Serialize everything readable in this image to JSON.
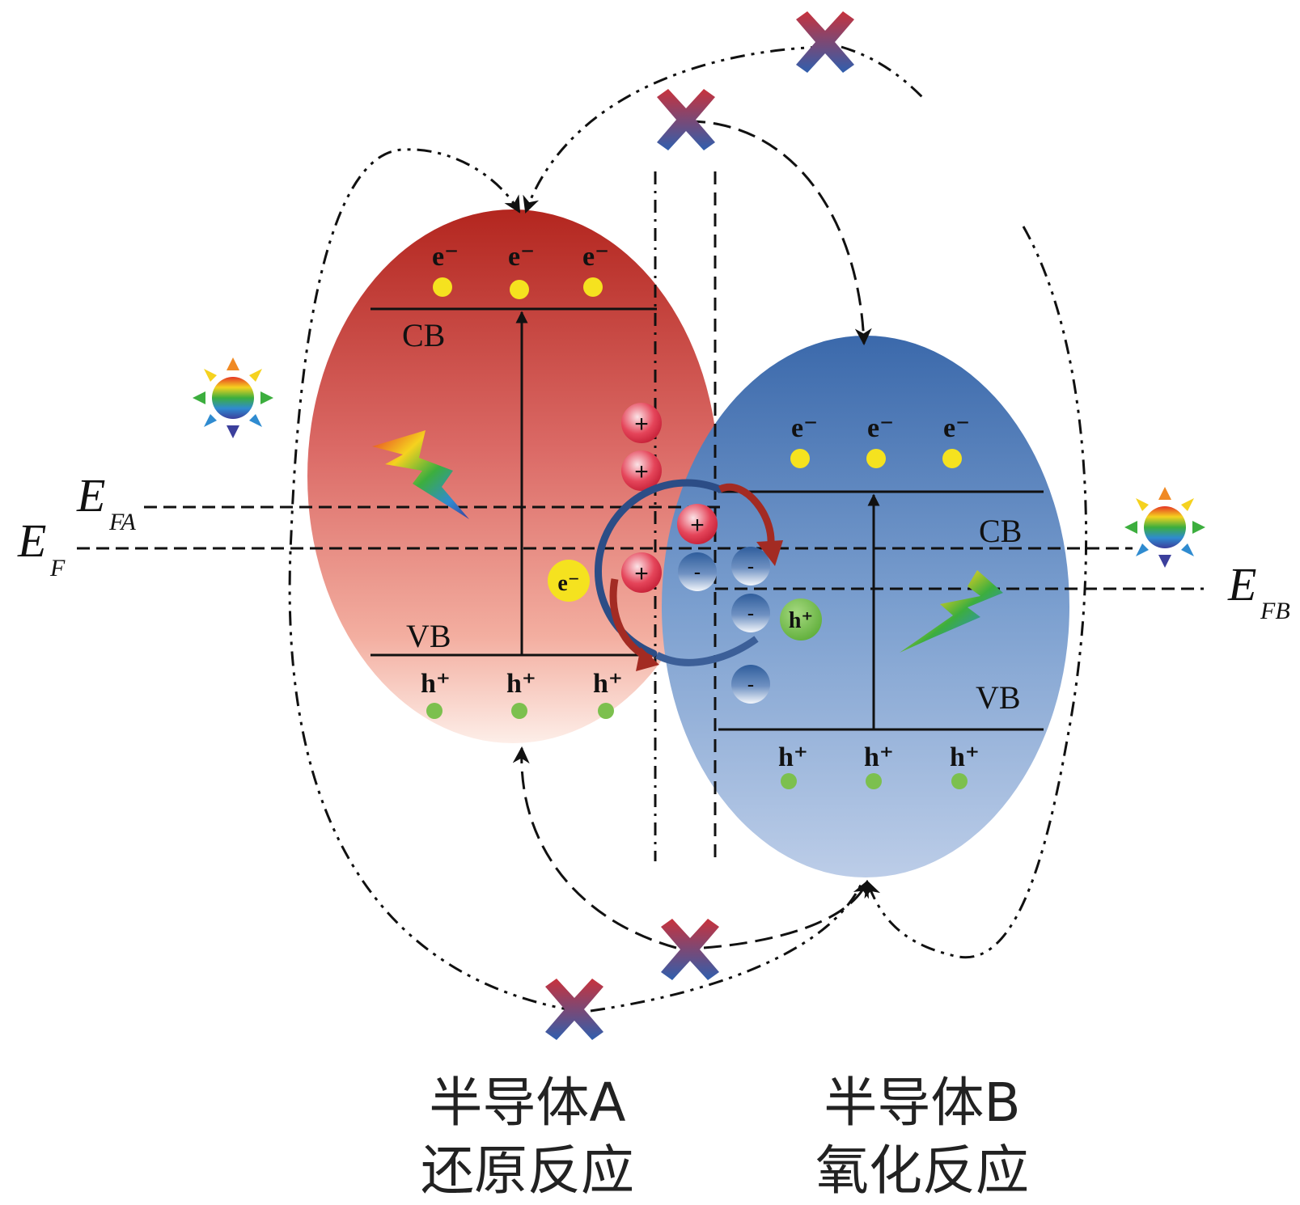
{
  "labels": {
    "cb": "CB",
    "vb": "VB",
    "electron": "e⁻",
    "hole": "h⁺",
    "plus": "+",
    "minus": "-",
    "e_main": "E",
    "sub_fa": "FA",
    "sub_f": "F",
    "sub_fb": "FB"
  },
  "captions": {
    "a_line1": "半导体A",
    "a_line2": "还原反应",
    "b_line1": "半导体B",
    "b_line2": "氧化反应"
  },
  "colors": {
    "semiconductor_a_top": "#b52a24",
    "semiconductor_a_bottom": "#fdebe4",
    "semiconductor_b_top": "#3f6eaf",
    "semiconductor_b_bottom": "#b8cbe6",
    "electron": "#f5e21f",
    "hole": "#7cc04e",
    "positive_charge": "#e23a4f",
    "negative_charge": "#3c6ca8"
  },
  "icons": [
    "sun-icon",
    "lightning-icon",
    "blocked-x-icon",
    "charge-transfer-arrow-icon"
  ]
}
